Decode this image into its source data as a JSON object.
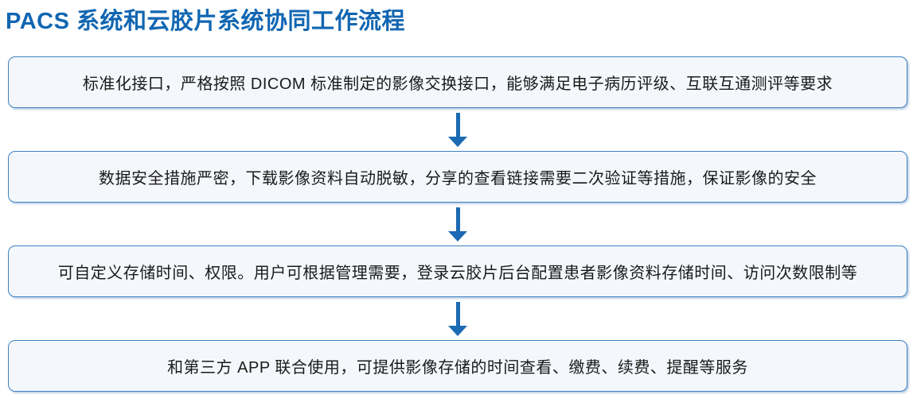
{
  "title": "PACS 系统和云胶片系统协同工作流程",
  "colors": {
    "title": "#1166b2",
    "box_border": "#3d82c4",
    "box_fill": "#f4f7fb",
    "arrow": "#1b6ab3",
    "text": "#1a1a1a"
  },
  "steps": [
    {
      "text": "标准化接口，严格按照 DICOM 标准制定的影像交换接口，能够满足电子病历评级、互联互通测评等要求"
    },
    {
      "text": "数据安全措施严密，下载影像资料自动脱敏，分享的查看链接需要二次验证等措施，保证影像的安全"
    },
    {
      "text": "可自定义存储时间、权限。用户可根据管理需要，登录云胶片后台配置患者影像资料存储时间、访问次数限制等"
    },
    {
      "text": "和第三方 APP 联合使用，可提供影像存储的时间查看、缴费、续费、提醒等服务"
    }
  ]
}
